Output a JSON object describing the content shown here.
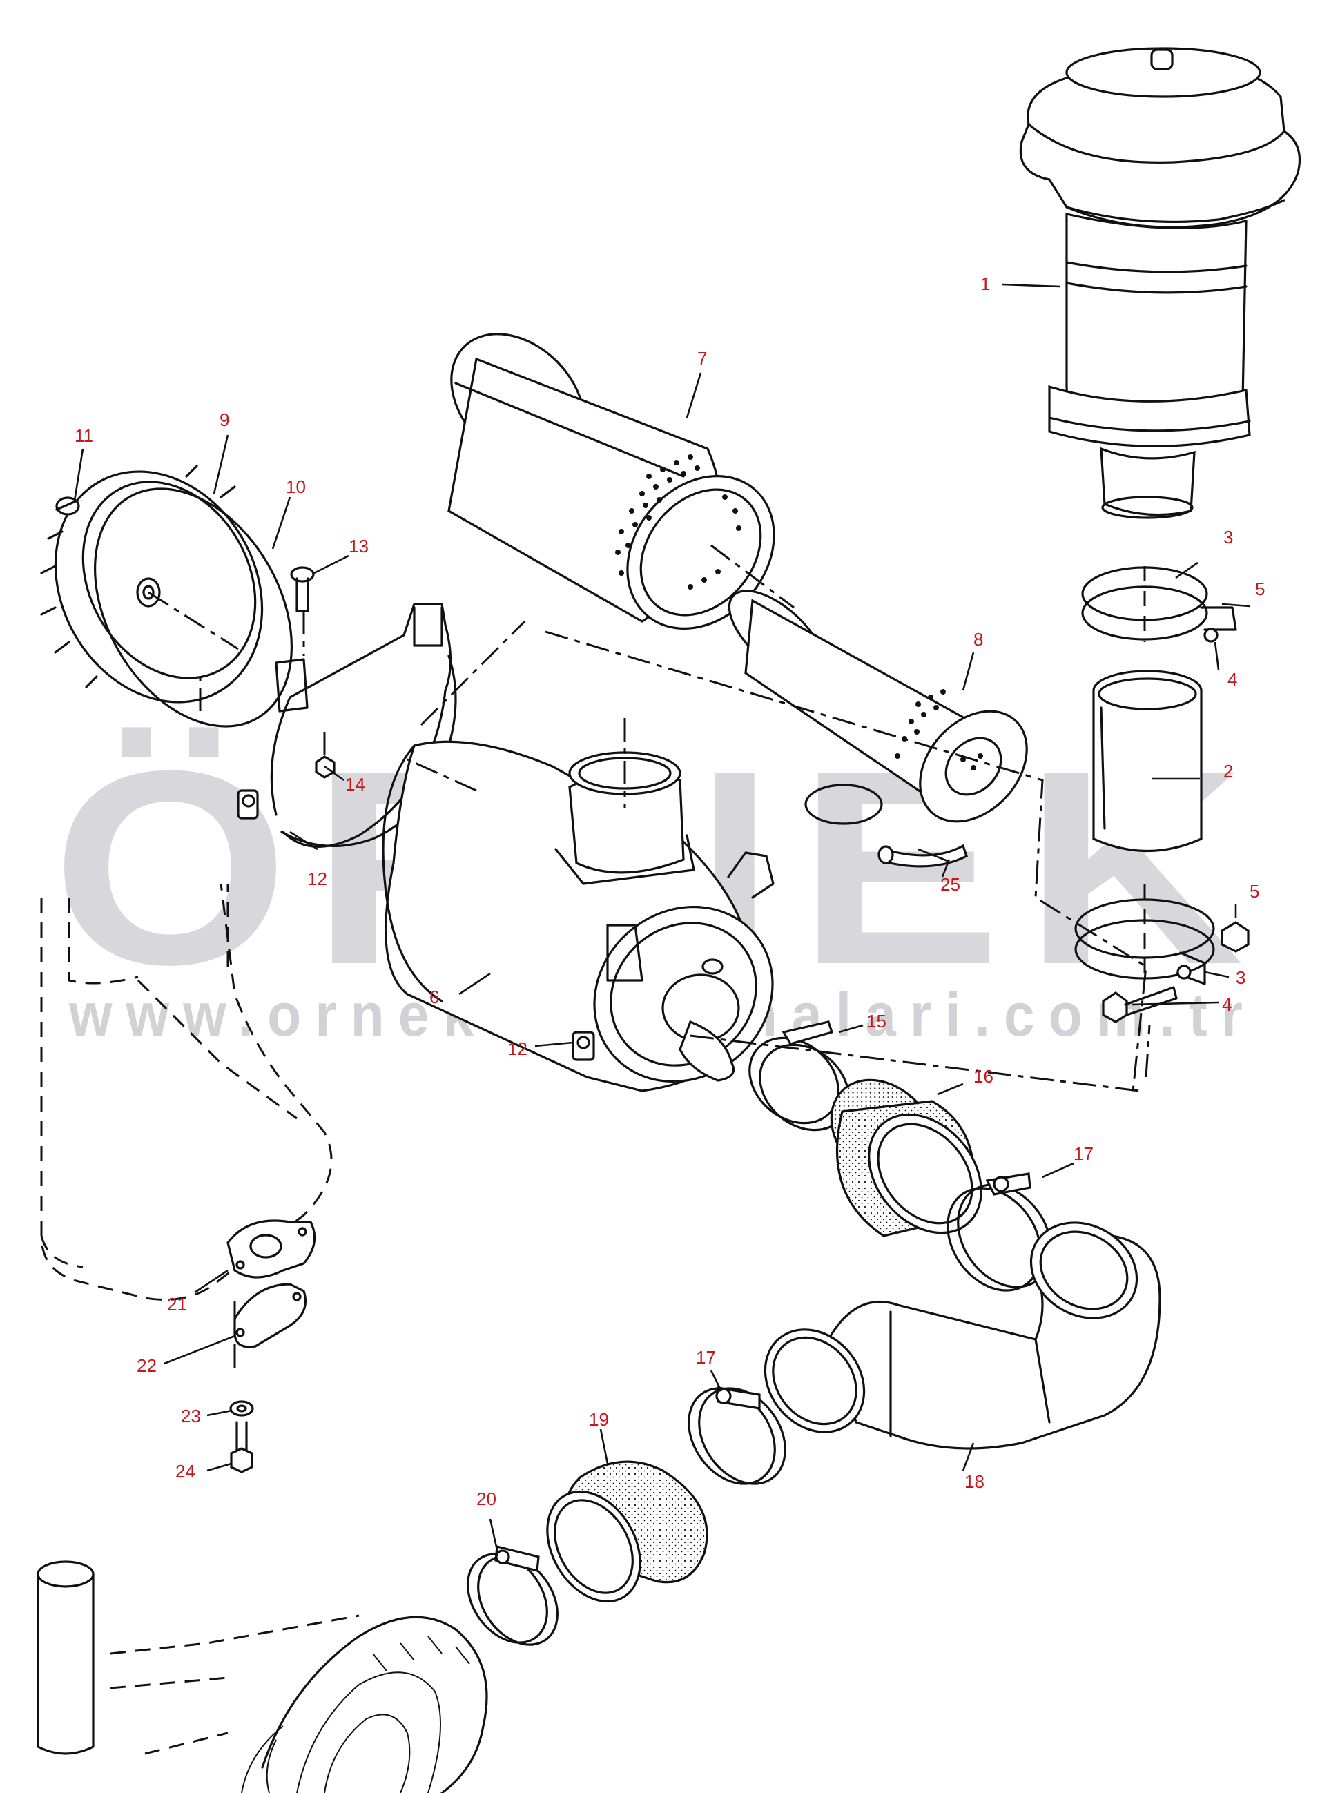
{
  "watermark": {
    "brand": "ÖRNEK",
    "url": "www.ornekismakinalari.com.tr"
  },
  "callouts": [
    {
      "id": "c1",
      "label": "1"
    },
    {
      "id": "c2",
      "label": "2"
    },
    {
      "id": "c3a",
      "label": "3"
    },
    {
      "id": "c3b",
      "label": "3"
    },
    {
      "id": "c4a",
      "label": "4"
    },
    {
      "id": "c4b",
      "label": "4"
    },
    {
      "id": "c5a",
      "label": "5"
    },
    {
      "id": "c5b",
      "label": "5"
    },
    {
      "id": "c6",
      "label": "6"
    },
    {
      "id": "c7",
      "label": "7"
    },
    {
      "id": "c8",
      "label": "8"
    },
    {
      "id": "c9",
      "label": "9"
    },
    {
      "id": "c10",
      "label": "10"
    },
    {
      "id": "c11",
      "label": "11"
    },
    {
      "id": "c12a",
      "label": "12"
    },
    {
      "id": "c12b",
      "label": "12"
    },
    {
      "id": "c13",
      "label": "13"
    },
    {
      "id": "c14",
      "label": "14"
    },
    {
      "id": "c15",
      "label": "15"
    },
    {
      "id": "c16",
      "label": "16"
    },
    {
      "id": "c17a",
      "label": "17"
    },
    {
      "id": "c17b",
      "label": "17"
    },
    {
      "id": "c18",
      "label": "18"
    },
    {
      "id": "c19",
      "label": "19"
    },
    {
      "id": "c20",
      "label": "20"
    },
    {
      "id": "c21",
      "label": "21"
    },
    {
      "id": "c22",
      "label": "22"
    },
    {
      "id": "c23",
      "label": "23"
    },
    {
      "id": "c24",
      "label": "24"
    },
    {
      "id": "c25",
      "label": "25"
    }
  ],
  "colors": {
    "callout_text": "#c8161d",
    "line": "#111111",
    "watermark": "#d7d7dc",
    "watermark_dots": "#f2cf60"
  }
}
